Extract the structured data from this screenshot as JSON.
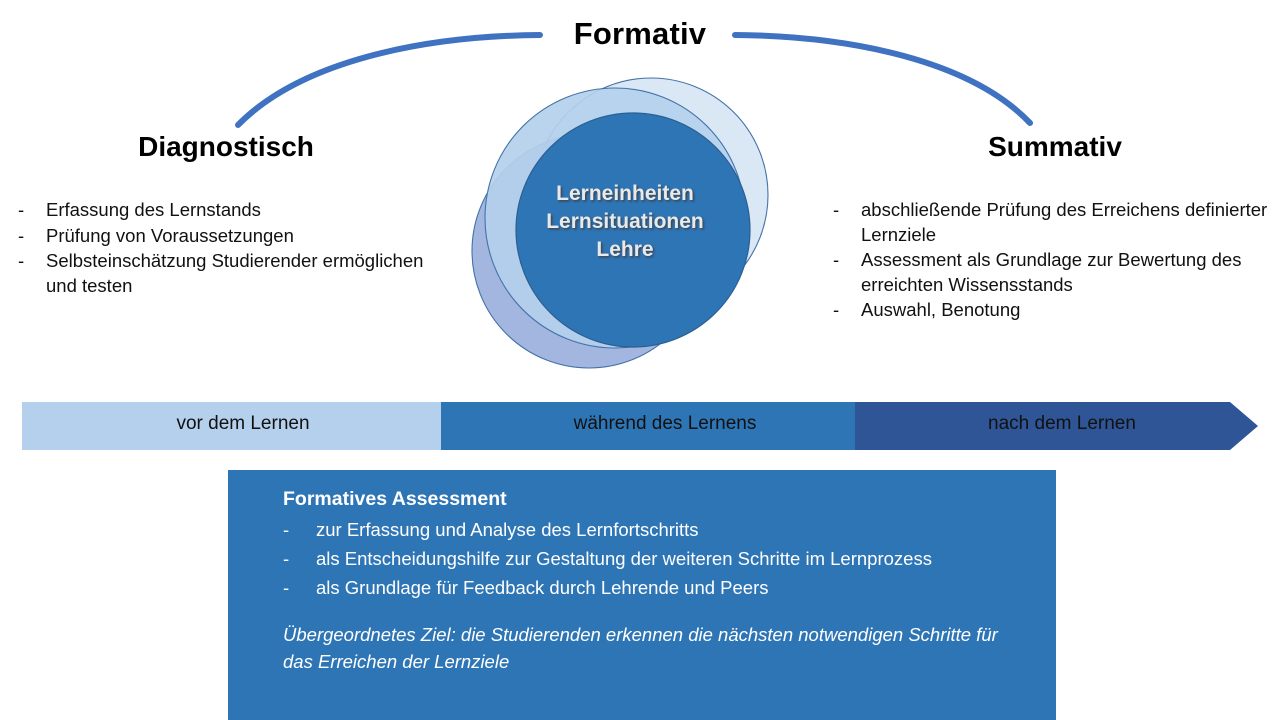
{
  "diagram": {
    "headline": "Formativ",
    "accent_color": "#3F72C1",
    "columns": [
      {
        "id": "diagnostisch",
        "title": "Diagnostisch",
        "bullets": [
          "Erfassung des Lernstands",
          "Prüfung von Voraussetzungen",
          "Selbsteinschätzung Studierender ermöglichen und testen"
        ]
      },
      {
        "id": "summativ",
        "title": "Summativ",
        "bullets": [
          "abschließende Prüfung des Erreichens definierter Lernziele",
          "Assessment als Grundlage zur Bewertung des erreichten Wissensstands",
          "Auswahl, Benotung"
        ]
      }
    ],
    "center": {
      "lines": [
        "Lerneinheiten",
        "Lernsituationen",
        "Lehre"
      ],
      "circle_colors": {
        "core": "#2E75B6",
        "light": "#B4D0EC",
        "pale": "#D7E6F5",
        "periwinkle": "#8EA6D8"
      }
    },
    "timeline": {
      "bullet": "-",
      "segments": [
        {
          "label": "vor dem Lernen",
          "color": "#B4D0EC"
        },
        {
          "label": "während des Lernens",
          "color": "#2E75B6"
        },
        {
          "label": "nach dem Lernen",
          "color": "#2F5597"
        }
      ],
      "tail_color": "#2F5597"
    },
    "callout": {
      "background": "#2E75B6",
      "title": "Formatives Assessment",
      "bullet": "-",
      "bullets": [
        "zur Erfassung und Analyse des Lernfortschritts",
        "als Entscheidungshilfe zur Gestaltung der weiteren Schritte im Lernprozess",
        "als Grundlage für Feedback durch Lehrende und Peers"
      ],
      "note": "Übergeordnetes Ziel: die Studierenden erkennen die nächsten notwendigen Schritte für das Erreichen der Lernziele"
    }
  }
}
